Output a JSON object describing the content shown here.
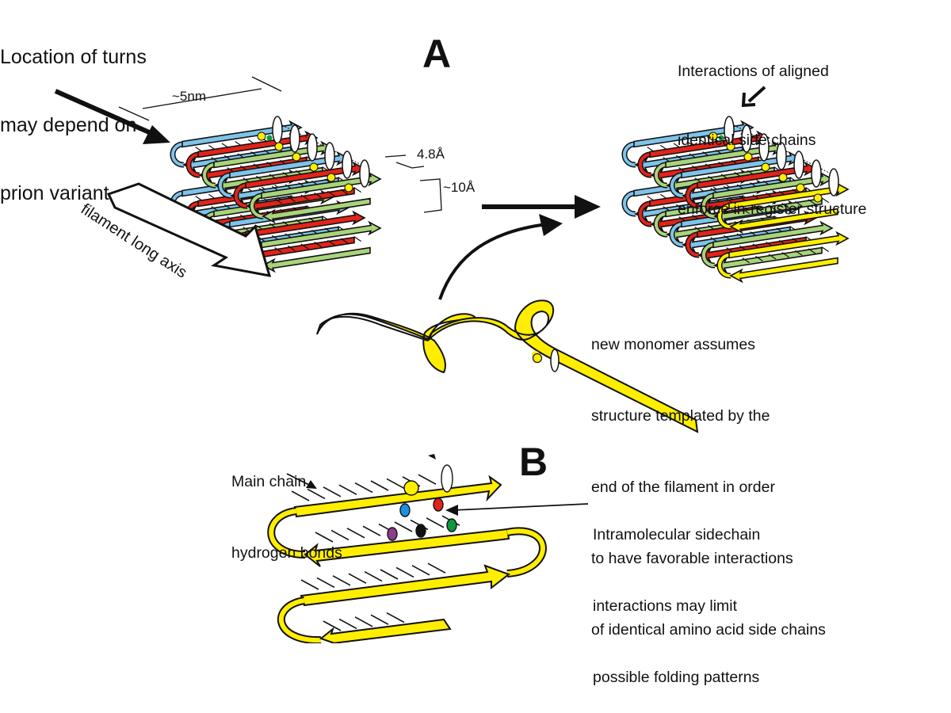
{
  "panels": {
    "a_label": "A",
    "b_label": "B"
  },
  "annotations": {
    "turns_location": [
      "Location of turns",
      "may depend on",
      "prion variant"
    ],
    "aligned_side_chains": [
      "Interactions of aligned",
      "identical side chains",
      "enforce in-register structure"
    ],
    "width_label": "~5nm",
    "strand_spacing_label": "4.8Å",
    "sheet_spacing_label": "~10Å",
    "long_axis_label": "filament long axis",
    "new_monomer": [
      "new monomer assumes",
      "structure templated by the",
      "end of the filament in order",
      "to have favorable interactions",
      "of identical amino acid side chains"
    ],
    "hydrogen_bonds": [
      "Main chain",
      "hydrogen bonds"
    ],
    "intramolecular": [
      "Intramolecular sidechain",
      "interactions may limit",
      "possible folding patterns"
    ]
  },
  "colors": {
    "blue_strand": "#7ec4ea",
    "red_strand": "#e2231a",
    "green_strand": "#a9d47a",
    "yellow_strand": "#ffee00",
    "side_chain_yellow": "#ffee00",
    "side_chain_blue": "#1e90e0",
    "side_chain_red": "#e2231a",
    "side_chain_green": "#0a9a3c",
    "side_chain_purple": "#8e3d8e",
    "side_chain_black": "#111111",
    "outline": "#111111"
  },
  "filament_a": {
    "strand_colors": [
      "blue",
      "red",
      "green",
      "blue",
      "red",
      "green"
    ],
    "side_chain_count": 6
  },
  "filament_b": {
    "strand_colors": [
      "blue",
      "red",
      "green",
      "blue",
      "red",
      "green",
      "yellow"
    ],
    "side_chain_count": 7
  },
  "panel_b_side_chains": [
    "yellow",
    "white",
    "blue",
    "red",
    "purple",
    "black",
    "green"
  ]
}
